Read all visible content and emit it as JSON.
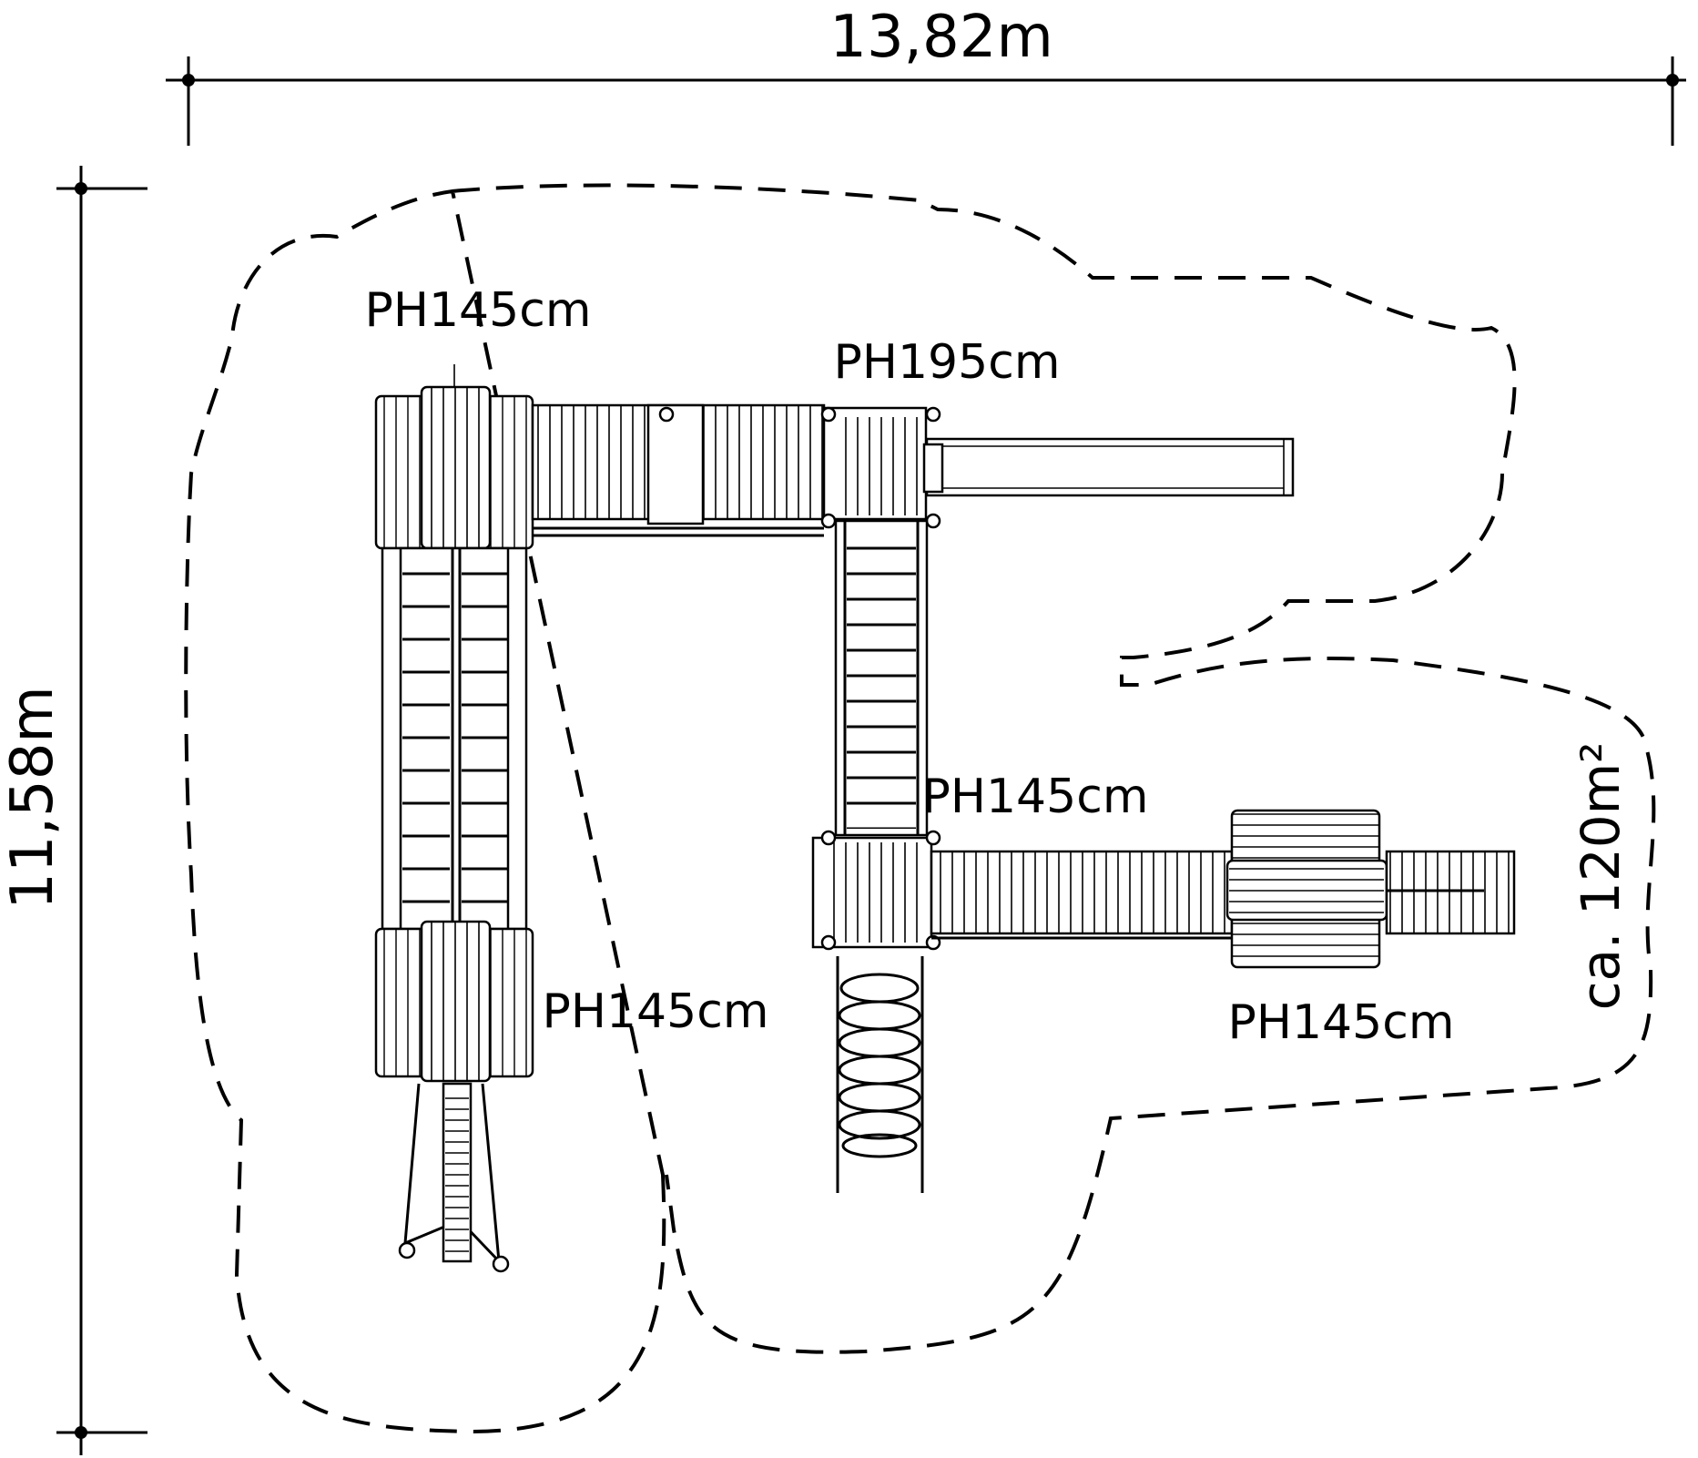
{
  "dimensions": {
    "width_label": "13,82m",
    "height_label": "11,58m",
    "area_label": "ca. 120m²"
  },
  "heights": {
    "tower_top_left": "PH145cm",
    "tower_top_middle": "PH195cm",
    "tower_middle_right": "PH145cm",
    "tower_bottom_left": "PH145cm",
    "tower_bottom_right": "PH145cm"
  }
}
